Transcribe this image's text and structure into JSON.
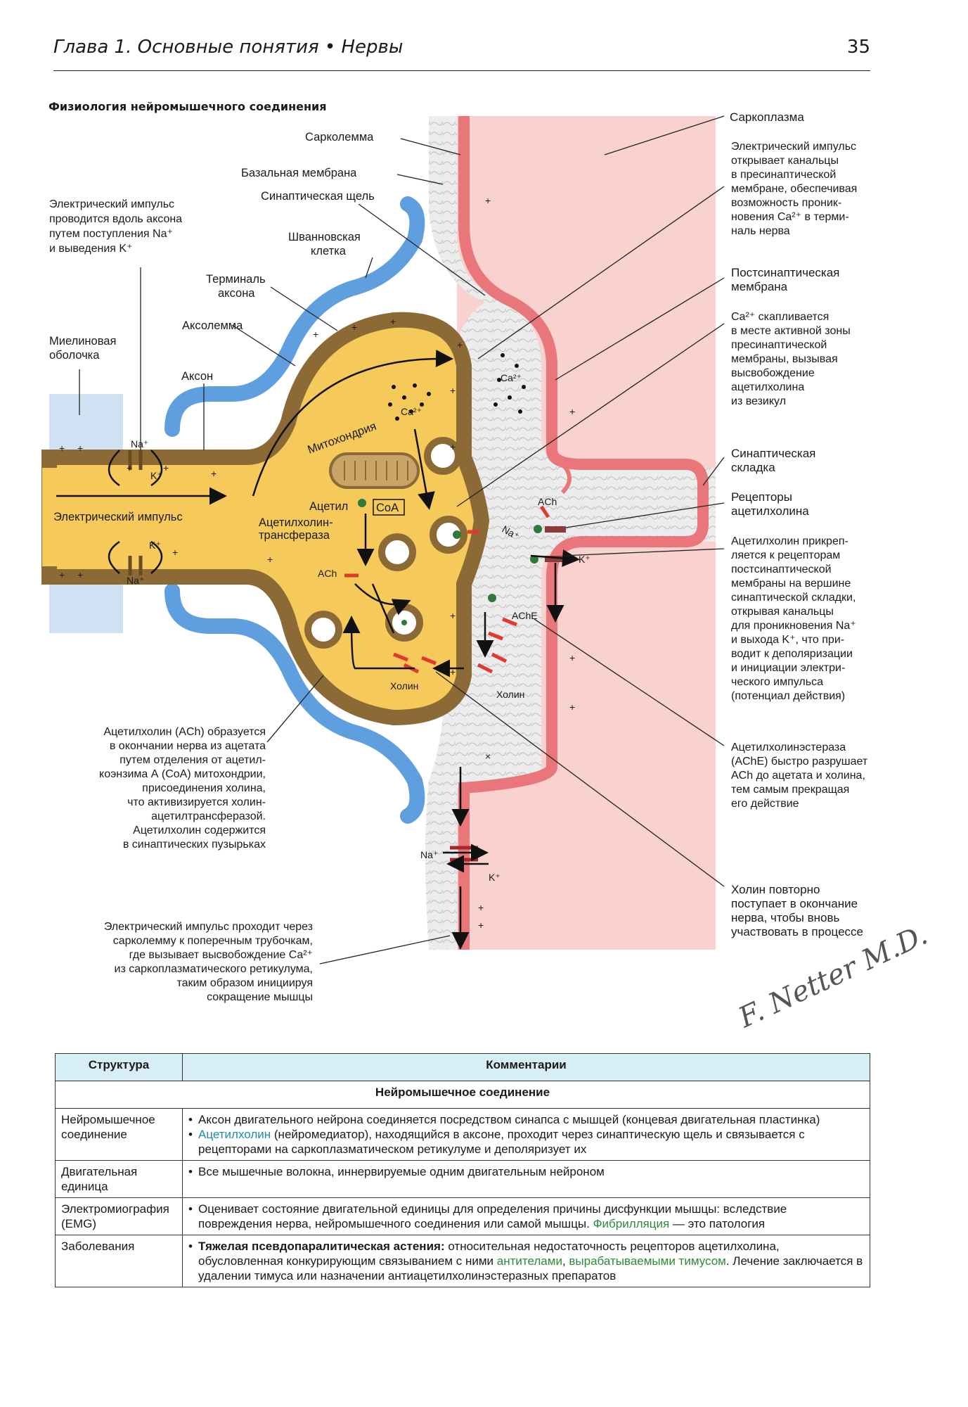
{
  "header": {
    "title": "Глава 1. Основные понятия • Нервы",
    "page": "35"
  },
  "figure": {
    "title": "Физиология нейромышечного соединения",
    "labels": {
      "sarcolemma": "Сарколемма",
      "basal": "Базальная мембрана",
      "cleft": "Синаптическая щель",
      "schwann1": "Шванновская",
      "schwann2": "клетка",
      "terminal1": "Терминаль",
      "terminal2": "аксона",
      "axolemma": "Аксолемма",
      "axon": "Аксон",
      "myelin1": "Миелиновая",
      "myelin2": "оболочка",
      "impulse": "Электрический импульс",
      "mito": "Митохондрия",
      "acetyl": "Ацетил",
      "coa": "CoA",
      "cat1": "Ацетилхолин-",
      "cat2": "трансфераза",
      "ach": "ACh",
      "ach2": "ACh",
      "ache": "AChE",
      "choline1": "Холин",
      "choline2": "Холин",
      "ca": "Ca²⁺",
      "ca2": "Ca²⁺",
      "na": "Na⁺",
      "k": "K⁺",
      "na2": "Na⁺",
      "k2": "K⁺",
      "na3": "Na⁺",
      "k3": "K⁺",
      "na4": "Na⁺",
      "k4": "K⁺"
    },
    "left_note_top": [
      "Электрический импульс",
      "проводится вдоль аксона",
      "путем поступления Na⁺",
      "и выведения K⁺"
    ],
    "left_note_mid": [
      "Ацетилхолин (ACh) образуется",
      "в окончании нерва из ацетата",
      "путем отделения от ацетил-",
      "коэнзима А (CoA) митохондрии,",
      "присоединения холина,",
      "что активизируется холин-",
      "ацетилтрансферазой.",
      "Ацетилхолин содержится",
      "в синаптических пузырьках"
    ],
    "left_note_bot": [
      "Электрический импульс проходит через",
      "сарколемму к поперечным трубочкам,",
      "где вызывает высвобождение Ca²⁺",
      "из саркоплазматического ретикулума,",
      "таким образом инициируя",
      "сокращение мышцы"
    ],
    "right_notes": {
      "sarcoplasm": [
        "Саркоплазма"
      ],
      "impulse": [
        "Электрический импульс",
        "открывает канальцы",
        "в пресинаптической",
        "мембране, обеспечивая",
        "возможность проник-",
        "новения Ca²⁺ в терми-",
        "наль нерва"
      ],
      "postsyn": [
        "Постсинаптическая",
        "мембрана"
      ],
      "ca": [
        "Ca²⁺ скапливается",
        "в месте активной зоны",
        "пресинаптической",
        "мембраны, вызывая",
        "высвобождение",
        "ацетилхолина",
        "из везикул"
      ],
      "fold": [
        "Синаптическая",
        "складка"
      ],
      "receptors": [
        "Рецепторы",
        "ацетилхолина"
      ],
      "attach": [
        "Ацетилхолин прикреп-",
        "ляется к рецепторам",
        "постсинаптической",
        "мембраны на вершине",
        "синаптической складки,",
        "открывая канальцы",
        "для проникновения Na⁺",
        "и выхода K⁺, что при-",
        "водит к деполяризации",
        "и инициации электри-",
        "ческого импульса",
        "(потенциал действия)"
      ],
      "ache": [
        "Ацетилхолинэстераза",
        "(AChE) быстро разрушает",
        "ACh до ацетата и холина,",
        "тем самым прекращая",
        "его действие"
      ],
      "choline": [
        "Холин повторно",
        "поступает в окончание",
        "нерва, чтобы вновь",
        "участвовать в процессе"
      ]
    },
    "signature": "F. Netter M.D."
  },
  "table": {
    "headers": [
      "Структура",
      "Комментарии"
    ],
    "section": "Нейромышечное соединение",
    "rows": [
      {
        "structure": "Нейромышечное соединение",
        "b1": "Аксон двигательного нейрона соединяется посредством синапса с мышцей (концевая двигательная пластинка)",
        "b2_term": "Ацетилхолин",
        "b2_rest": " (нейромедиатор), находящийся в аксоне, проходит через синаптическую щель и связывается с рецепторами на саркоплазматическом ретикулуме и деполяризует их"
      },
      {
        "structure": "Двигательная единица",
        "b1": "Все мышечные волокна, иннервируемые одним двигательным нейроном"
      },
      {
        "structure": "Электромиография (EMG)",
        "b1": "Оценивает состояние двигательной единицы для определения причины дисфункции мышцы: вследствие повреждения нерва, нейромышечного соединения или самой мышцы. ",
        "b1_term": "Фибрилляция",
        "b1_tail": " — это патология"
      },
      {
        "structure": "Заболевания",
        "b1_bold": "Тяжелая псевдопаралитическая астения:",
        "b1_a": " относительная недостаточность рецепторов ацетилхолина, обусловленная конкурирующим связыванием с ними ",
        "b1_term1": "антителами",
        "b1_sep": ", ",
        "b1_term2": "вырабатываемыми тимусом",
        "b1_b": ". Лечение заключается в удалении тимуса или назначении антиацетилхолинэстеразных препаратов"
      }
    ]
  }
}
